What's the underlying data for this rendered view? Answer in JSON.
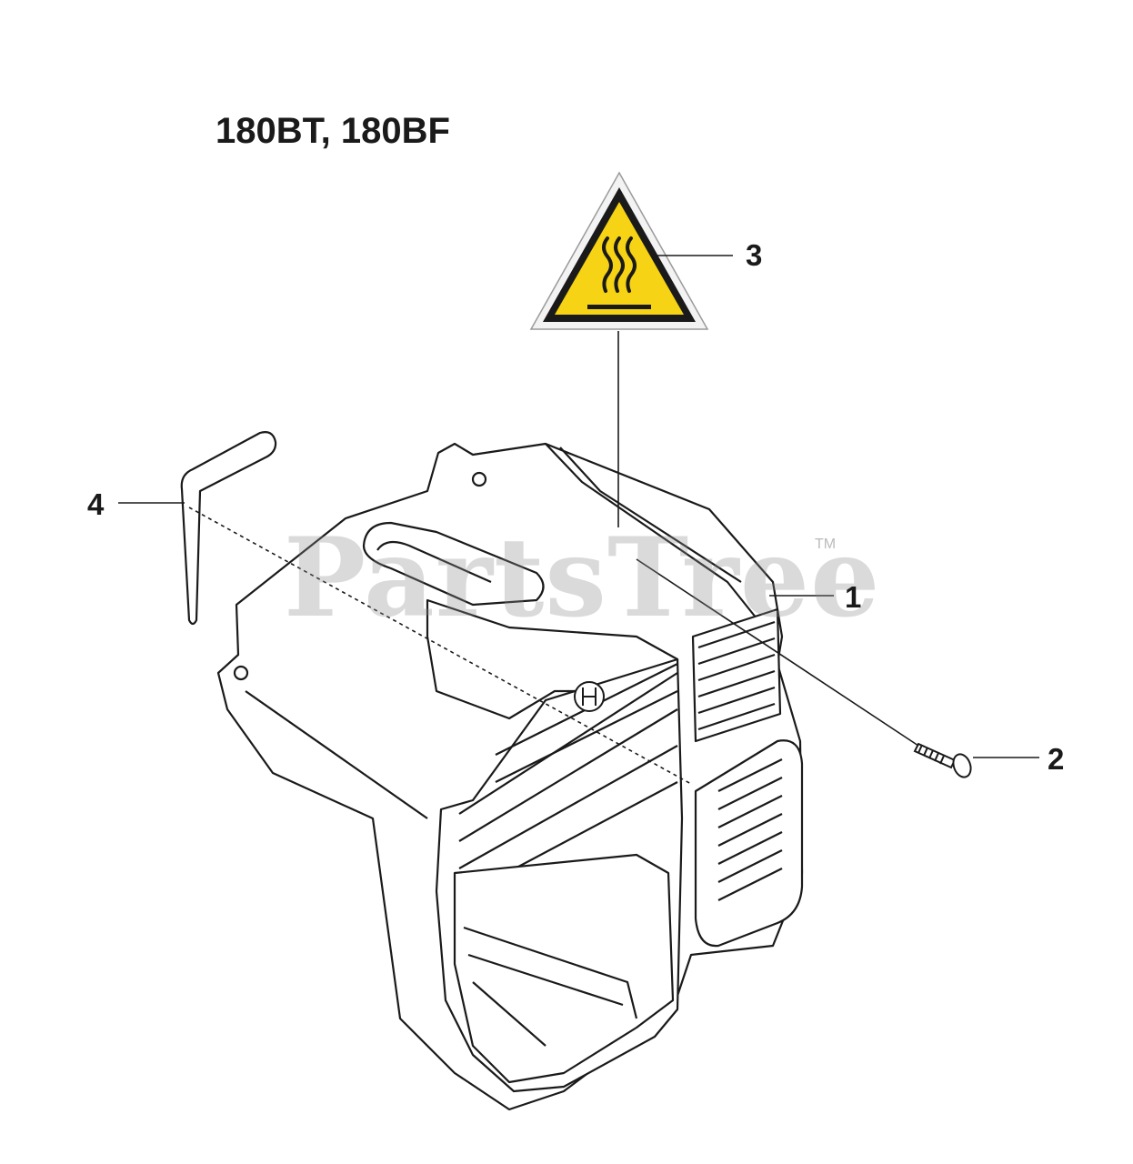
{
  "title": "180BT, 180BF",
  "watermark": "PartsTree",
  "watermark_tm": "TM",
  "callouts": [
    {
      "number": "1",
      "part": "cylinder-cover"
    },
    {
      "number": "2",
      "part": "screw"
    },
    {
      "number": "3",
      "part": "hot-surface-warning-decal"
    },
    {
      "number": "4",
      "part": "hex-key"
    }
  ],
  "colors": {
    "warning_yellow": "#f6d314",
    "line": "#1a1a1a",
    "watermark": "#8c8c8c"
  },
  "icons": [
    "hot-surface-warning-icon",
    "husqvarna-logo-icon"
  ]
}
